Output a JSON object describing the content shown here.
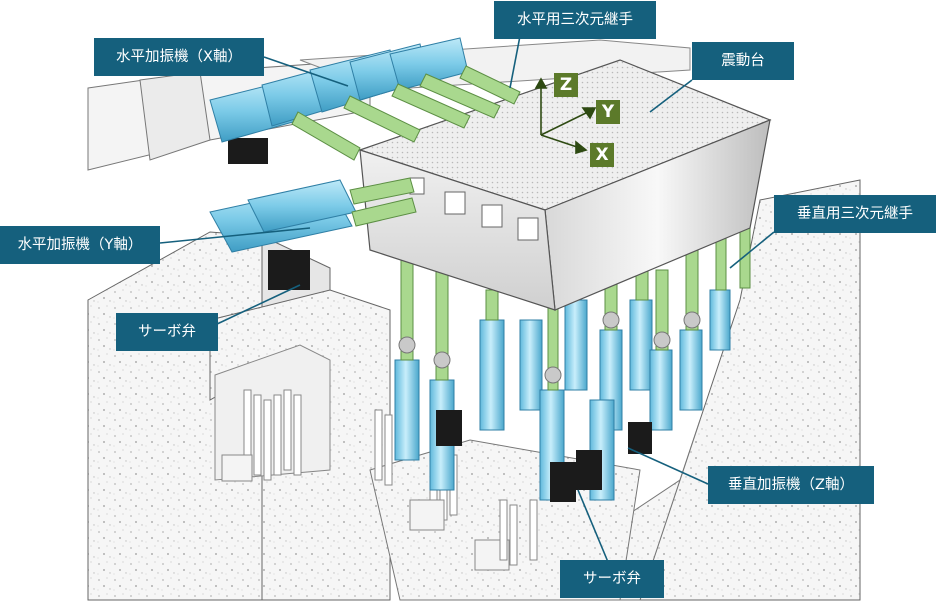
{
  "labels": {
    "horizontal_actuator_x": "水平加振機（X軸）",
    "horizontal_3d_joint": "水平用三次元継手",
    "shake_table": "震動台",
    "vertical_3d_joint": "垂直用三次元継手",
    "horizontal_actuator_y": "水平加振機（Y軸）",
    "servo_valve_left": "サーボ弁",
    "vertical_actuator_z": "垂直加振機（Z軸）",
    "servo_valve_bottom": "サーボ弁"
  },
  "axes": {
    "z": "Z",
    "y": "Y",
    "x": "X"
  },
  "colors": {
    "label_bg": "#15607d",
    "axis_bg": "#5c7a2a",
    "actuator": "#8fd3ec",
    "joint": "#a9d88e"
  }
}
